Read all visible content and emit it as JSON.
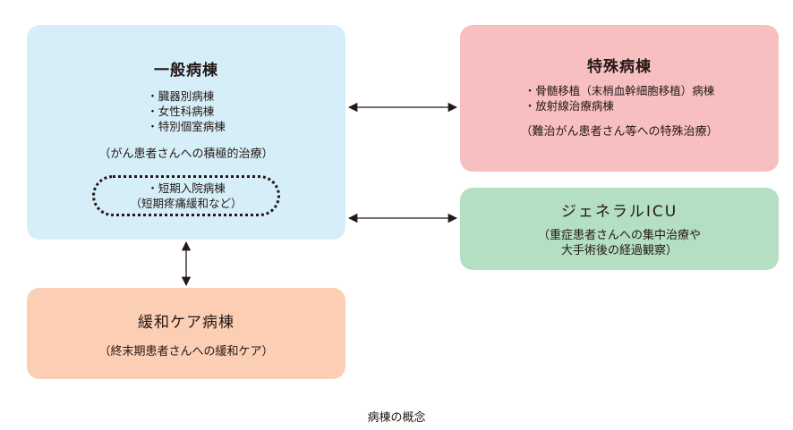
{
  "general_ward": {
    "title": "一般病棟",
    "items": [
      "・臓器別病棟",
      "・女性科病棟",
      "・特別個室病棟"
    ],
    "note": "（がん患者さんへの積極的治療）",
    "short_stay": {
      "label": "・短期入院病棟",
      "note": "（短期疼痛緩和など）"
    }
  },
  "special_ward": {
    "title": "特殊病棟",
    "items": [
      "・骨髄移植（末梢血幹細胞移植）病棟",
      "・放射線治療病棟"
    ],
    "note": "（難治がん患者さん等への特殊治療）"
  },
  "general_icu": {
    "title": "ジェネラルICU",
    "note_line1": "（重症患者さんへの集中治療や",
    "note_line2": "大手術後の経過観察）"
  },
  "palliative_ward": {
    "title": "緩和ケア病棟",
    "note": "（終末期患者さんへの緩和ケア）"
  },
  "caption": "病棟の概念",
  "colors": {
    "general": "#d6eef8",
    "special": "#f8bfc1",
    "icu": "#b4dfc2",
    "palliative": "#fcceb4",
    "line": "#231815"
  }
}
